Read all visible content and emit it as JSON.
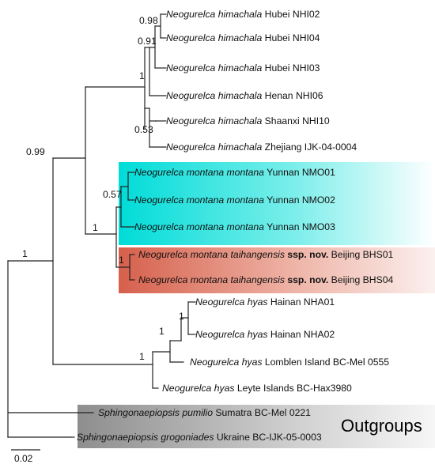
{
  "tips": [
    {
      "id": "t1",
      "genus": "Neogurelca",
      "species": "himachala",
      "locality": "Hubei NHI02"
    },
    {
      "id": "t2",
      "genus": "Neogurelca",
      "species": "himachala",
      "locality": "Hubei NHI04"
    },
    {
      "id": "t3",
      "genus": "Neogurelca",
      "species": "himachala",
      "locality": "Hubei NHI03"
    },
    {
      "id": "t4",
      "genus": "Neogurelca",
      "species": "himachala",
      "locality": "Henan NHI06"
    },
    {
      "id": "t5",
      "genus": "Neogurelca",
      "species": "himachala",
      "locality": "Shaanxi NHI10"
    },
    {
      "id": "t6",
      "genus": "Neogurelca",
      "species": "himachala",
      "locality": "Zhejiang IJK-04-0004"
    },
    {
      "id": "t7",
      "genus": "Neogurelca",
      "species": "montana montana",
      "locality": "Yunnan NMO01"
    },
    {
      "id": "t8",
      "genus": "Neogurelca",
      "species": "montana montana",
      "locality": "Yunnan NMO02"
    },
    {
      "id": "t9",
      "genus": "Neogurelca",
      "species": "montana montana",
      "locality": "Yunnan NMO03"
    },
    {
      "id": "t10",
      "genus": "Neogurelca",
      "species": "montana taihangensis",
      "note": "ssp. nov.",
      "locality": "Beijing BHS01"
    },
    {
      "id": "t11",
      "genus": "Neogurelca",
      "species": "montana taihangensis",
      "note": "ssp. nov.",
      "locality": "Beijing BHS04"
    },
    {
      "id": "t12",
      "genus": "Neogurelca",
      "species": "hyas",
      "locality": "Hainan NHA01"
    },
    {
      "id": "t13",
      "genus": "Neogurelca",
      "species": "hyas",
      "locality": "Hainan NHA02"
    },
    {
      "id": "t14",
      "genus": "Neogurelca",
      "species": "hyas",
      "locality": "Lomblen Island BC-Mel 0555"
    },
    {
      "id": "t15",
      "genus": "Neogurelca",
      "species": "hyas",
      "locality": "Leyte Islands BC-Hax3980"
    },
    {
      "id": "t16",
      "genus": "Sphingonaepiopsis",
      "species": "pumilio",
      "locality": "Sumatra BC-Mel 0221"
    },
    {
      "id": "t17",
      "genus": "Sphingonaepiopsis",
      "species": "grogoniades",
      "locality": "Ukraine BC-IJK-05-0003"
    }
  ],
  "support_values": [
    "0.98",
    "0.91",
    "1",
    "0.53",
    "0.99",
    "0.57",
    "1",
    "1",
    "1",
    "1",
    "1",
    "1"
  ],
  "outgroup_label": "Outgroups",
  "scale_label": "0.02",
  "colors": {
    "montana_highlight": "#00e0dc",
    "taihangensis_highlight": "#d96a55",
    "outgroup_highlight": "#9a9a9a",
    "branch": "#222222"
  }
}
